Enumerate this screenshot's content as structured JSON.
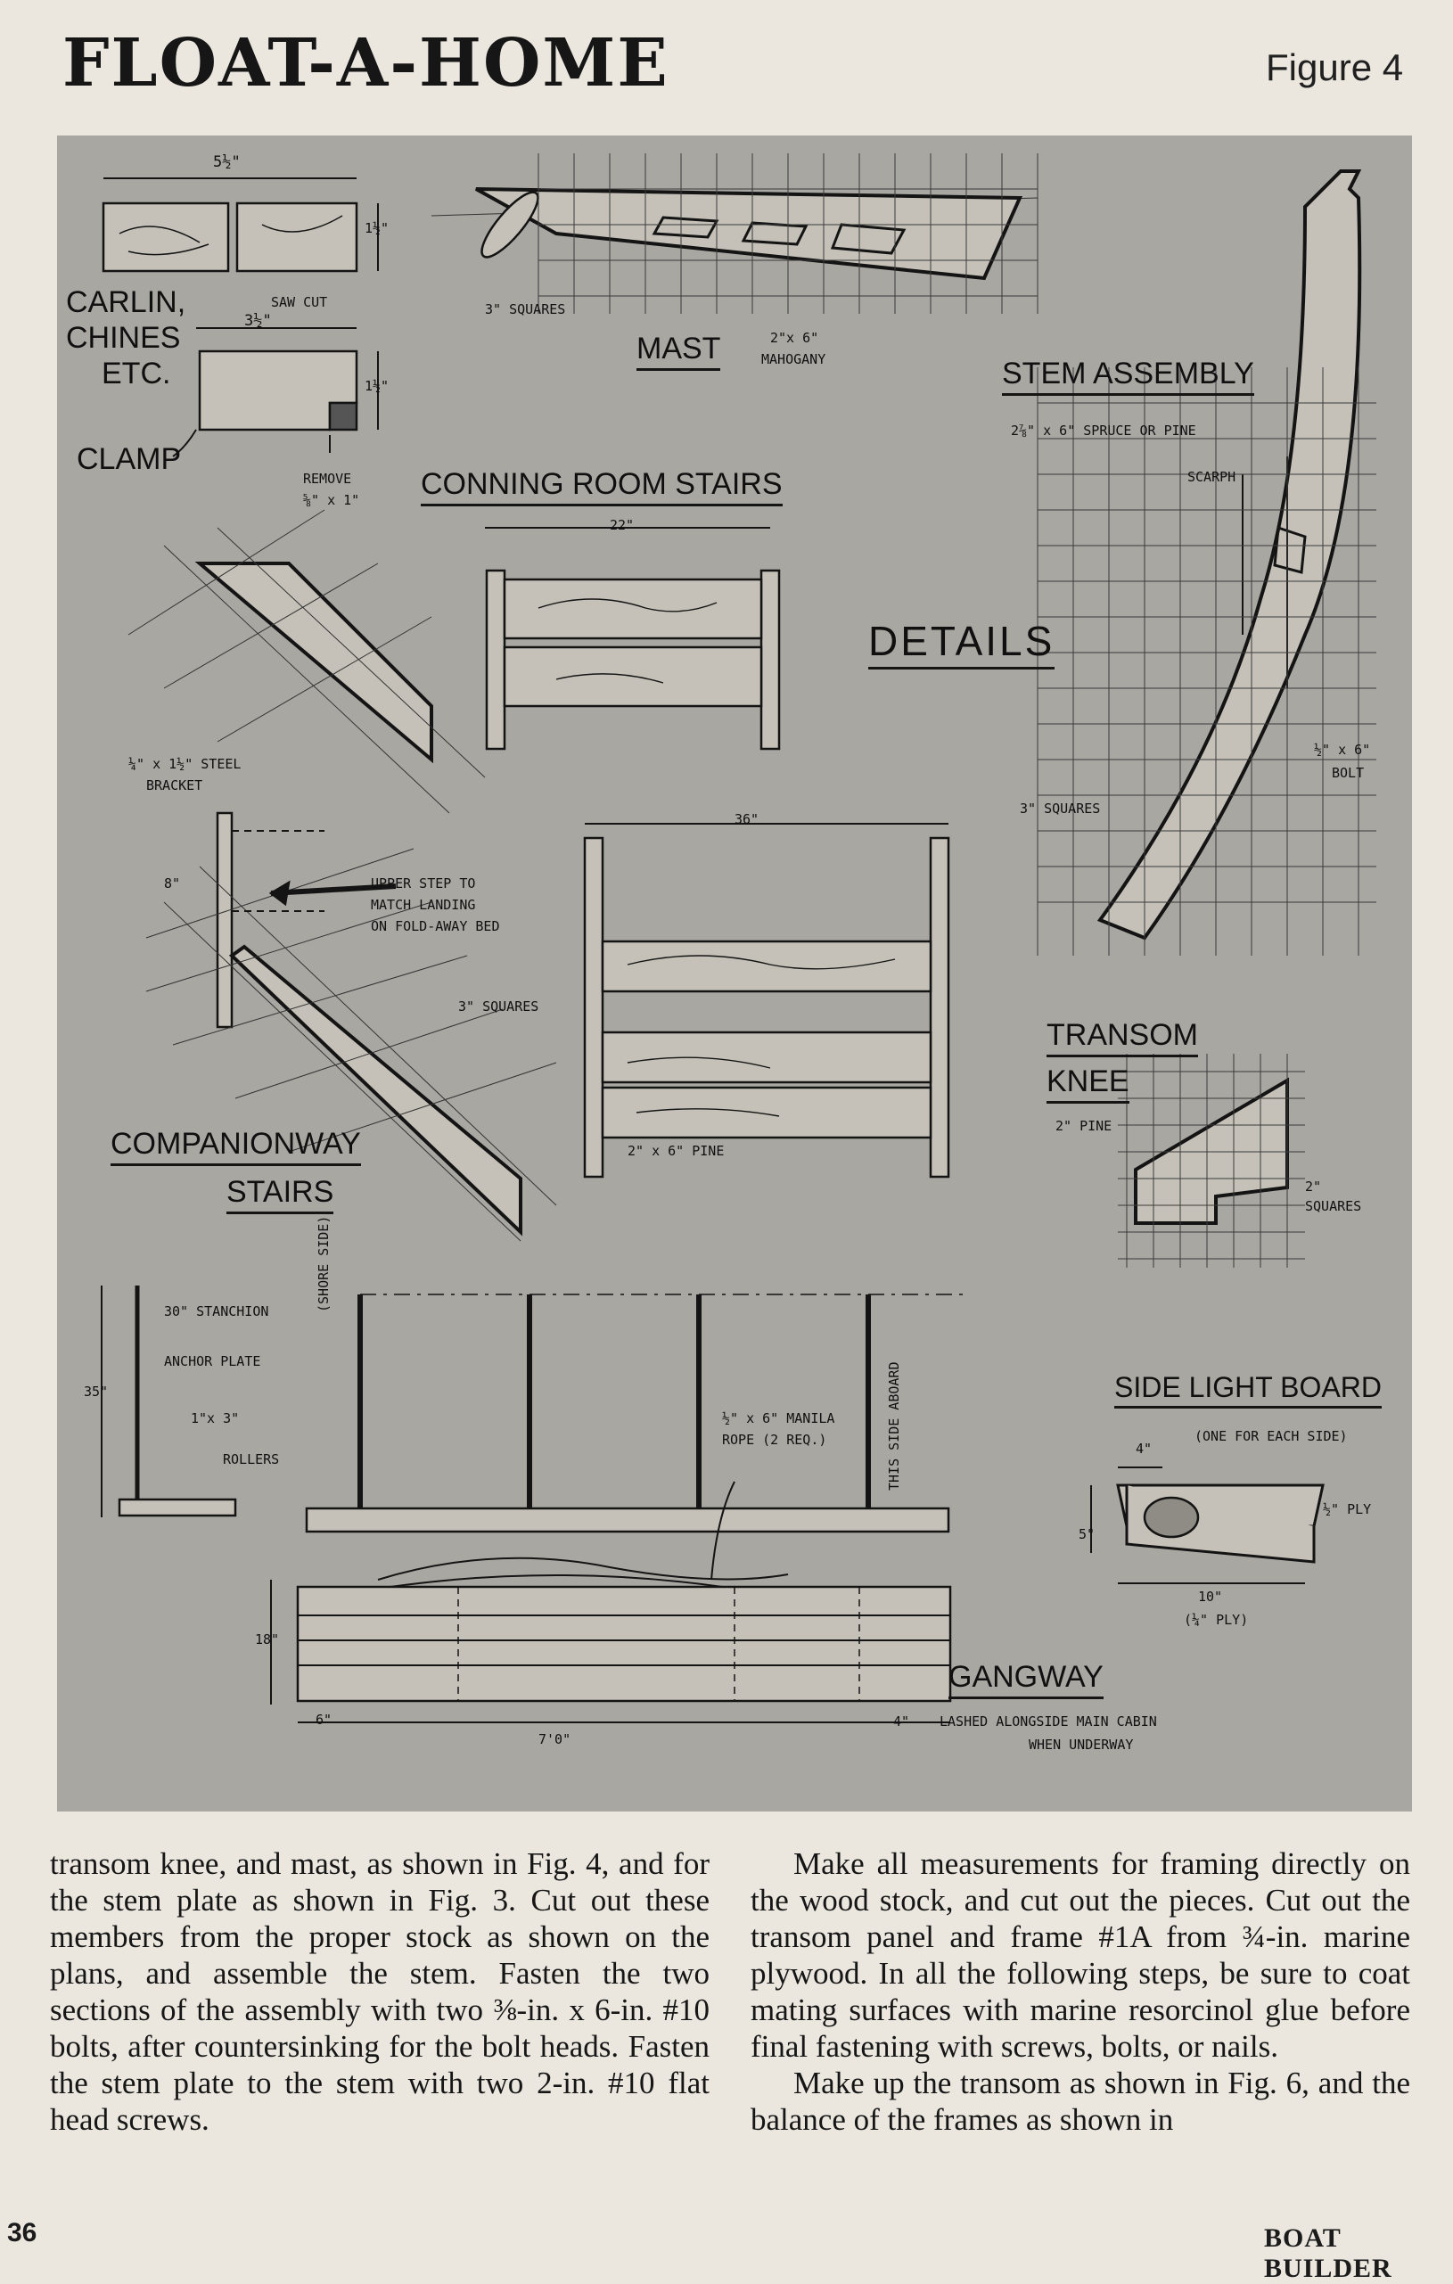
{
  "header": {
    "masthead": "FLOAT-A-HOME",
    "figure": "Figure 4"
  },
  "labels": {
    "dim_5_1_2": "5½\"",
    "dim_1_1_2_a": "1½\"",
    "saw_cut": "SAW CUT",
    "carlin": "CARLIN,",
    "chines": "CHINES",
    "etc": "ETC.",
    "dim_3_1_2": "3½\"",
    "dim_1_1_2_b": "1½\"",
    "clamp": "CLAMP",
    "remove": "REMOVE",
    "remove_size": "⅝\" x 1\"",
    "mast_squares": "3\" SQUARES",
    "mast": "MAST",
    "mast_wood": "2\"x 6\"",
    "mahogany": "MAHOGANY",
    "stem_assembly": "STEM ASSEMBLY",
    "stem_wood": "2⅞\" x 6\" SPRUCE OR PINE",
    "scarph": "SCARPH",
    "conning_room_stairs": "CONNING ROOM STAIRS",
    "dim_22": "22\"",
    "details": "DETAILS",
    "stem_bolt": "½\" x 6\"",
    "stem_bolt_2": "BOLT",
    "stem_squares": "3\" SQUARES",
    "steel_bracket": "¼\" x 1½\" STEEL",
    "steel_bracket_2": "BRACKET",
    "dim_8": "8\"",
    "upper_step": "UPPER STEP TO",
    "match_landing": "MATCH LANDING",
    "fold_away": "ON FOLD-AWAY BED",
    "comp_squares": "3\" SQUARES",
    "dim_36": "36\"",
    "pine_2x6": "2\" x 6\" PINE",
    "companionway": "COMPANIONWAY",
    "stairs": "STAIRS",
    "transom": "TRANSOM",
    "knee": "KNEE",
    "knee_pine": "2\" PINE",
    "knee_squares_1": "2\"",
    "knee_squares_2": "SQUARES",
    "stanchion": "30\" STANCHION",
    "anchor_plate": "ANCHOR PLATE",
    "dim_35": "35\"",
    "dim_1x3": "1\"x 3\"",
    "rollers": "ROLLERS",
    "shore_side": "(SHORE SIDE)",
    "manila": "½\" x 6\" MANILA",
    "rope": "ROPE (2 REQ.)",
    "this_side_aboard": "THIS SIDE ABOARD",
    "side_light_board": "SIDE LIGHT BOARD",
    "one_each_side": "(ONE FOR EACH SIDE)",
    "dim_4": "4\"",
    "ply_1_2": "½\" PLY",
    "dim_5": "5\"",
    "dim_10": "10\"",
    "ply_1_4": "(¼\" PLY)",
    "dim_18": "18\"",
    "gangway": "GANGWAY",
    "dim_6": "6\"",
    "dim_7_0": "7'0\"",
    "dim_4b": "4\"",
    "lashed": "LASHED ALONGSIDE MAIN CABIN",
    "underway": "WHEN UNDERWAY"
  },
  "text": {
    "left": "transom knee, and mast, as shown in Fig. 4, and for the stem plate as shown in Fig. 3. Cut out these members from the proper stock as shown on the plans, and assemble the stem. Fasten the two sections of the assembly with two ⅜-in. x 6-in. #10 bolts, after countersinking for the bolt heads. Fasten the stem plate to the stem with two 2-in. #10 flat head screws.",
    "right_p1": "Make all measurements for framing directly on the wood stock, and cut out the pieces. Cut out the transom panel and frame #1A from ¾-in. marine plywood. In all the following steps, be sure to coat mating surfaces with marine resorcinol glue before final fastening with screws, bolts, or nails.",
    "right_p2": "Make up the transom as shown in Fig. 6, and the balance of the frames as shown in"
  },
  "footer": {
    "page": "36",
    "publication": "BOAT BUILDER"
  }
}
